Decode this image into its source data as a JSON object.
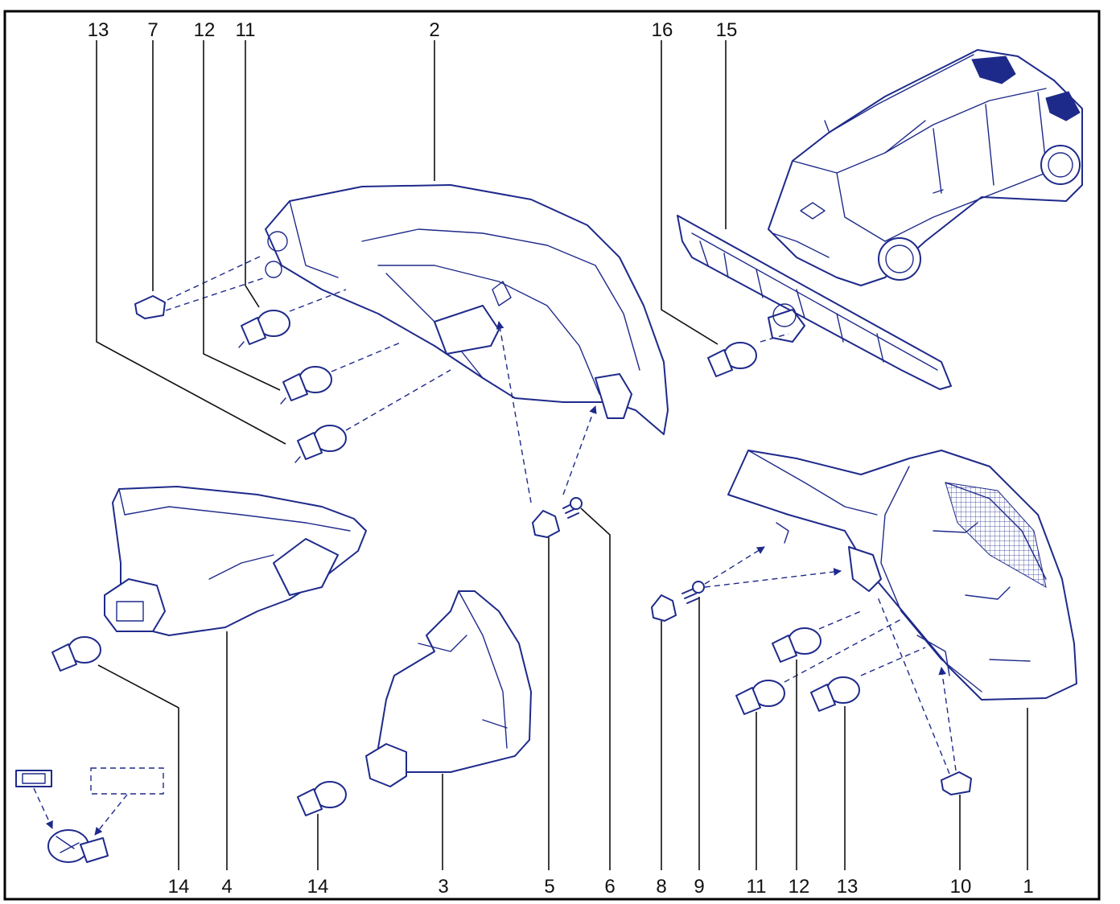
{
  "diagram": {
    "callouts": [
      {
        "id": "c13a",
        "label": "13"
      },
      {
        "id": "c7",
        "label": "7"
      },
      {
        "id": "c12a",
        "label": "12"
      },
      {
        "id": "c11a",
        "label": "11"
      },
      {
        "id": "c2",
        "label": "2"
      },
      {
        "id": "c16",
        "label": "16"
      },
      {
        "id": "c15",
        "label": "15"
      },
      {
        "id": "c14a",
        "label": "14"
      },
      {
        "id": "c4",
        "label": "4"
      },
      {
        "id": "c14b",
        "label": "14"
      },
      {
        "id": "c3",
        "label": "3"
      },
      {
        "id": "c5",
        "label": "5"
      },
      {
        "id": "c6",
        "label": "6"
      },
      {
        "id": "c8",
        "label": "8"
      },
      {
        "id": "c9",
        "label": "9"
      },
      {
        "id": "c11b",
        "label": "11"
      },
      {
        "id": "c12b",
        "label": "12"
      },
      {
        "id": "c13b",
        "label": "13"
      },
      {
        "id": "c10",
        "label": "10"
      },
      {
        "id": "c1",
        "label": "1"
      }
    ],
    "colors": {
      "line": "#1e2a8a",
      "text": "#111111",
      "frame": "#000000"
    }
  }
}
